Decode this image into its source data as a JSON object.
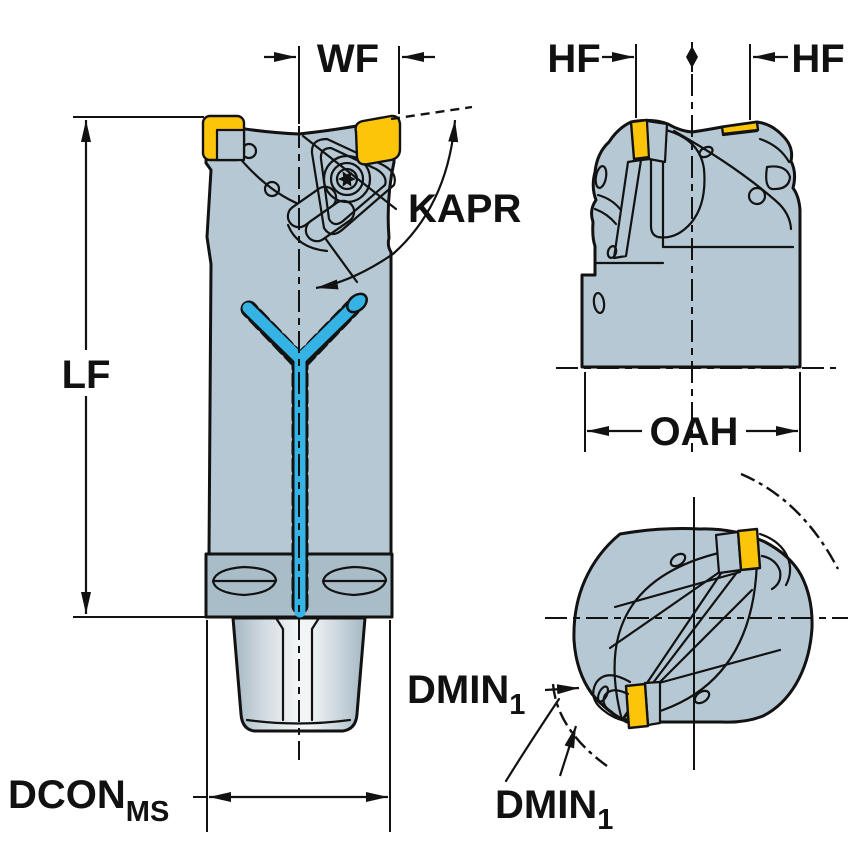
{
  "labels": {
    "wf": "WF",
    "hf_left": "HF",
    "hf_right": "HF",
    "kapr": "KAPR",
    "lf": "LF",
    "oah": "OAH",
    "dmin_upper": {
      "main": "DMIN",
      "sub": "1"
    },
    "dmin_lower": {
      "main": "DMIN",
      "sub": "1"
    },
    "dcon": {
      "main": "DCON",
      "sub": "MS"
    }
  },
  "colors": {
    "background": "#ffffff",
    "outline": "#121212",
    "body": "#b5c8d3",
    "body-dark": "#a9bdc9",
    "insert-yellow": "#fdc50a",
    "coolant-cyan": "#36b3e5",
    "shank-edge": "#a4b7c2",
    "shank-mid": "#cfd9df",
    "shank-light": "#f2f5f6",
    "label-text": "#111111"
  }
}
